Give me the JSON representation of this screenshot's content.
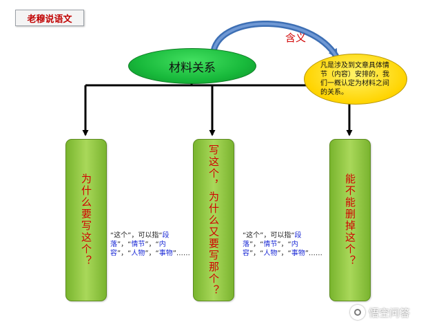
{
  "brand": {
    "label": "老穆说语文"
  },
  "root": {
    "label": "材料关系"
  },
  "meaning": {
    "label": "含义",
    "definition": "凡是涉及到文章具体情节（内容）安排的，我们一概认定为材料之间的关系。"
  },
  "questions": [
    {
      "text": "为什么要写这个？"
    },
    {
      "text": "写这个，为什么又要写那个？"
    },
    {
      "text": "能不能删掉这个？"
    }
  ],
  "notes": [
    {
      "p1": "“这个”，可以指“",
      "t1": "段落",
      "p2": "”，“",
      "t2": "情节",
      "p3": "”，“",
      "t3": "内容",
      "p4": "”，“",
      "t4": "人物",
      "p5": "”，“",
      "t5": "事物",
      "p6": "”……"
    },
    {
      "p1": "“这个”，可以指“",
      "t1": "段落",
      "p2": "”，“",
      "t2": "情节",
      "p3": "”，“",
      "t3": "内容",
      "p4": "”，“",
      "t4": "人物",
      "p5": "”，“",
      "t5": "事物",
      "p6": "”……"
    }
  ],
  "watermark": {
    "label": "悟空问答"
  },
  "colors": {
    "question_text": "#d00000",
    "root_fill": "#18b93b",
    "definition_fill": "#ffd400",
    "box_fill": "#8fc63f",
    "highlight": "#1c2bd6"
  }
}
